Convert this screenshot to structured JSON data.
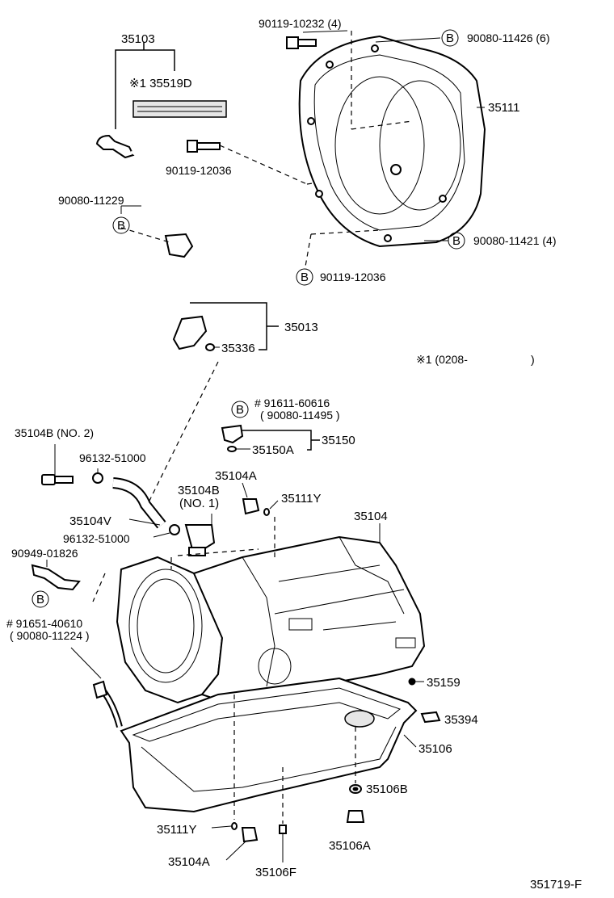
{
  "labels": {
    "p35103": "35103",
    "p35519d": "※1 35519D",
    "p90119_10232": "90119-10232 (4)",
    "p90080_11426": "90080-11426 (6)",
    "p35111": "35111",
    "p90119_12036_a": "90119-12036",
    "p90080_11229": "90080-11229",
    "p90080_11421": "90080-11421 (4)",
    "p90119_12036_b": "90119-12036",
    "p35013": "35013",
    "p35336": "35336",
    "note_code": "※1 (0208-",
    "note_close": ")",
    "p91611": "# 91611-60616",
    "p90080_11495": "( 90080-11495 )",
    "p35150": "35150",
    "p35150a": "35150A",
    "p35104b_no2": "35104B (NO. 2)",
    "p96132_a": "96132-51000",
    "p35104a_top": "35104A",
    "p35111y_top": "35111Y",
    "p35104b_no1": "35104B",
    "p35104b_no1_sub": "(NO. 1)",
    "p35104v": "35104V",
    "p96132_b": "96132-51000",
    "p35104": "35104",
    "p90949": "90949-01826",
    "p91651": "# 91651-40610",
    "p90080_11224": "( 90080-11224 )",
    "p35159": "35159",
    "p35394": "35394",
    "p35106": "35106",
    "p35106b": "35106B",
    "p35111y_bot": "35111Y",
    "p35104a_bot": "35104A",
    "p35106f": "35106F",
    "p35106a": "35106A",
    "ref": "351719-F"
  },
  "callout": {
    "letter": "B"
  }
}
